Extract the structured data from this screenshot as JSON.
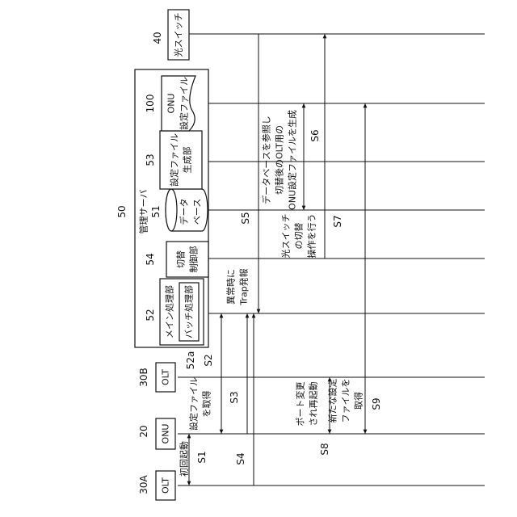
{
  "nodes": {
    "olt_a": {
      "ref": "30A",
      "label": "OLT"
    },
    "onu": {
      "ref": "20",
      "label": "ONU"
    },
    "olt_b": {
      "ref": "30B",
      "label": "OLT"
    },
    "optical_switch": {
      "ref": "40",
      "label": "光スイッチ"
    }
  },
  "server": {
    "ref": "50",
    "label": "管理サーバ",
    "main_unit": {
      "ref": "52",
      "label": "メイン処理部"
    },
    "batch_unit": {
      "ref": "52a",
      "label": "バッチ処理部"
    },
    "switch_control": {
      "ref": "54",
      "label_lines": [
        "切替",
        "制御部"
      ]
    },
    "database": {
      "ref": "51",
      "label_lines": [
        "データ",
        "ベース"
      ]
    },
    "config_gen": {
      "ref": "53",
      "label_lines": [
        "設定ファイル",
        "生成部"
      ]
    },
    "onu_config_file": {
      "ref": "100",
      "label_lines": [
        "ONU",
        "設定ファイル"
      ]
    }
  },
  "steps": {
    "s1": {
      "id": "S1",
      "label": "初回起動"
    },
    "s2": {
      "id": "S2",
      "label_lines": [
        "設定ファイル",
        "を取得"
      ]
    },
    "s3": {
      "id": "S3"
    },
    "s4": {
      "id": "S4"
    },
    "s5": {
      "id": "S5",
      "label_lines": [
        "異常時に",
        "Trap発報"
      ]
    },
    "s6": {
      "id": "S6",
      "label_lines": [
        "データベースを参照し",
        "切替後のOLT用の",
        "ONU設定ファイルを生成"
      ]
    },
    "s7": {
      "id": "S7",
      "label_lines": [
        "光スイッチ",
        "の切替",
        "操作を行う"
      ]
    },
    "s8": {
      "id": "S8",
      "label_lines": [
        "ポート変更",
        "され再起動"
      ]
    },
    "s9": {
      "id": "S9",
      "label_lines": [
        "新たな設定",
        "ファイルを",
        "取得"
      ]
    }
  }
}
